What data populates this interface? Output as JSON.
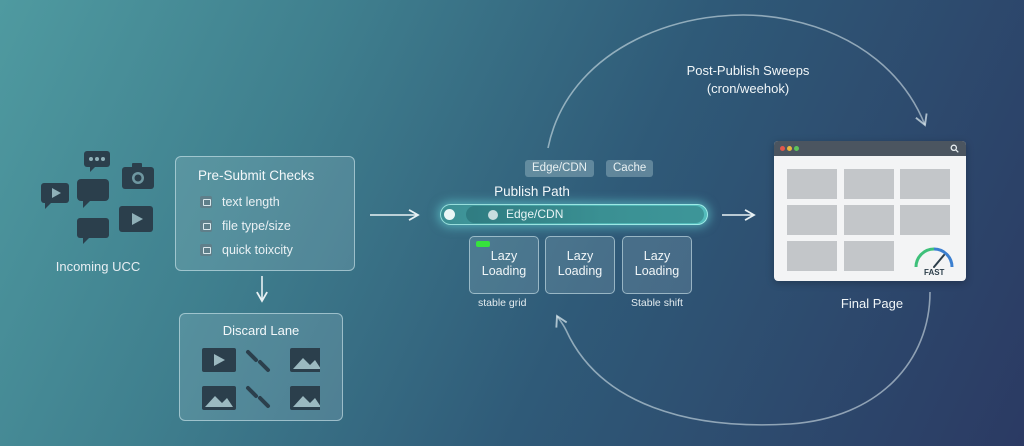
{
  "incoming": {
    "label": "Incoming UCC"
  },
  "checks": {
    "title": "Pre-Submit Checks",
    "items": [
      "text length",
      "file type/size",
      "quick toixcity"
    ]
  },
  "discard": {
    "title": "Discard Lane"
  },
  "edge": {
    "chips": [
      "Edge/CDN",
      "Cache"
    ],
    "publish_title": "Publish Path",
    "bar_label": "Edge/CDN",
    "lazy_blocks": [
      "Lazy\nLoading",
      "Lazy\nLoading",
      "Lazy\nLoading"
    ],
    "caption_left": "stable grid",
    "caption_right": "Stable shift"
  },
  "sweeps": {
    "line1": "Post-Publish Sweeps",
    "line2": "(cron/weehok)"
  },
  "final_page": {
    "label": "Final Page",
    "badge": "FAST",
    "search_icon": "magnifier-icon"
  },
  "colors": {
    "glow": "#54bcbc",
    "ok_green": "#36e23c",
    "icon_dark": "#2b3f4c"
  }
}
